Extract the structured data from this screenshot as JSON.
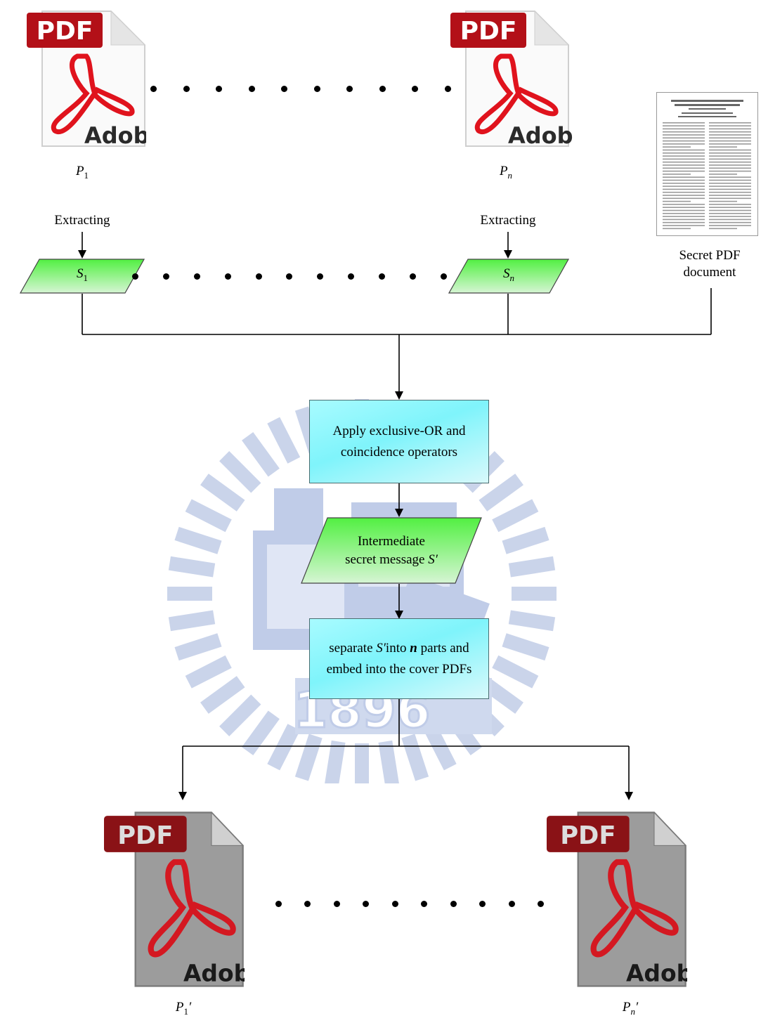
{
  "top_inputs": {
    "left": {
      "name": "P",
      "sub": "1",
      "action": "Extracting",
      "secret": "S",
      "secret_sub": "1"
    },
    "right": {
      "name": "P",
      "sub": "n",
      "action": "Extracting",
      "secret": "S",
      "secret_sub": "n"
    },
    "secret_doc_label_line1": "Secret PDF",
    "secret_doc_label_line2": "document"
  },
  "process": {
    "step1_line1": "Apply exclusive-OR and",
    "step1_line2": "coincidence operators",
    "step2_line1": "Intermediate",
    "step2_line2_prefix": "secret message ",
    "step2_symbol": "S′",
    "step3_prefix": "separate ",
    "step3_symbol": "S′",
    "step3_mid": "into ",
    "step3_n": "n",
    "step3_suffix": " parts and",
    "step3_line2": "embed into the cover PDFs"
  },
  "outputs": {
    "left": {
      "name": "P",
      "sub": "1",
      "prime": "′"
    },
    "right": {
      "name": "P",
      "sub": "n",
      "prime": "′"
    }
  },
  "icons": {
    "pdf_badge": "PDF",
    "brand": "Adobe",
    "watermark_year": "1896"
  },
  "colors": {
    "process_box": "#7ff4fb",
    "secret_parallelogram": "#5cf04f",
    "pdf_red": "#c8111c",
    "watermark": "#9fb1da"
  }
}
